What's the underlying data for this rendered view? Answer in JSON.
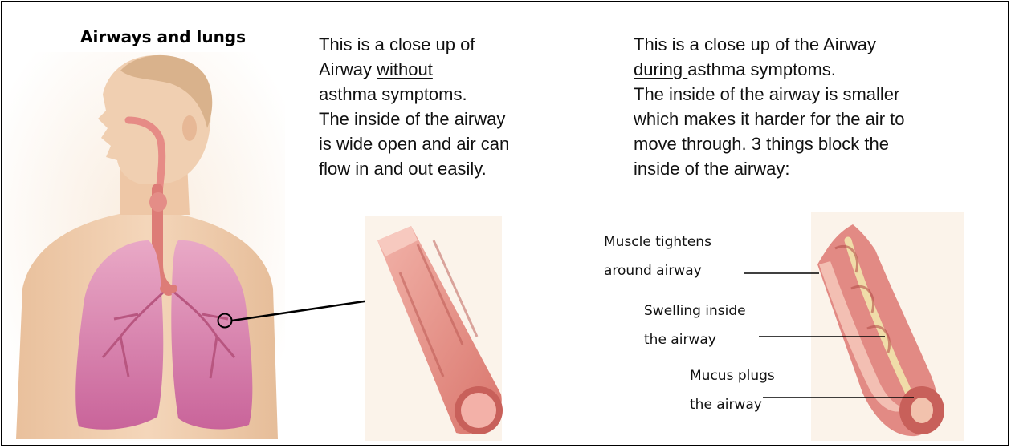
{
  "diagram": {
    "title": "Airways and lungs",
    "healthy": {
      "line1": "This is a close up of",
      "line2_pre": "Airway ",
      "line2_emph": "without",
      "line3": "asthma symptoms.",
      "line4": "The inside of the airway",
      "line5": "is wide open and air can",
      "line6": "flow in and out easily."
    },
    "asthma": {
      "line1": "This is a close up of the Airway",
      "line2_emph": "during ",
      "line2_post": "asthma symptoms.",
      "line3": "The inside of the airway is smaller",
      "line4": "which makes it harder for the air to",
      "line5": "move through. 3 things block the",
      "line6": "inside of the airway:"
    },
    "labels": {
      "muscle_1": "Muscle   tightens",
      "muscle_2": "around airway",
      "swelling_1": "Swelling inside",
      "swelling_2": "the airway",
      "mucus_1": "Mucus plugs",
      "mucus_2": "the airway"
    },
    "colors": {
      "frame": "#000000",
      "skin": "#f1d2b3",
      "lung": "#d77aa8",
      "airway_wall": "#e58c86",
      "airway_inner": "#f6c3b8",
      "mucus": "#f0dca8"
    }
  }
}
